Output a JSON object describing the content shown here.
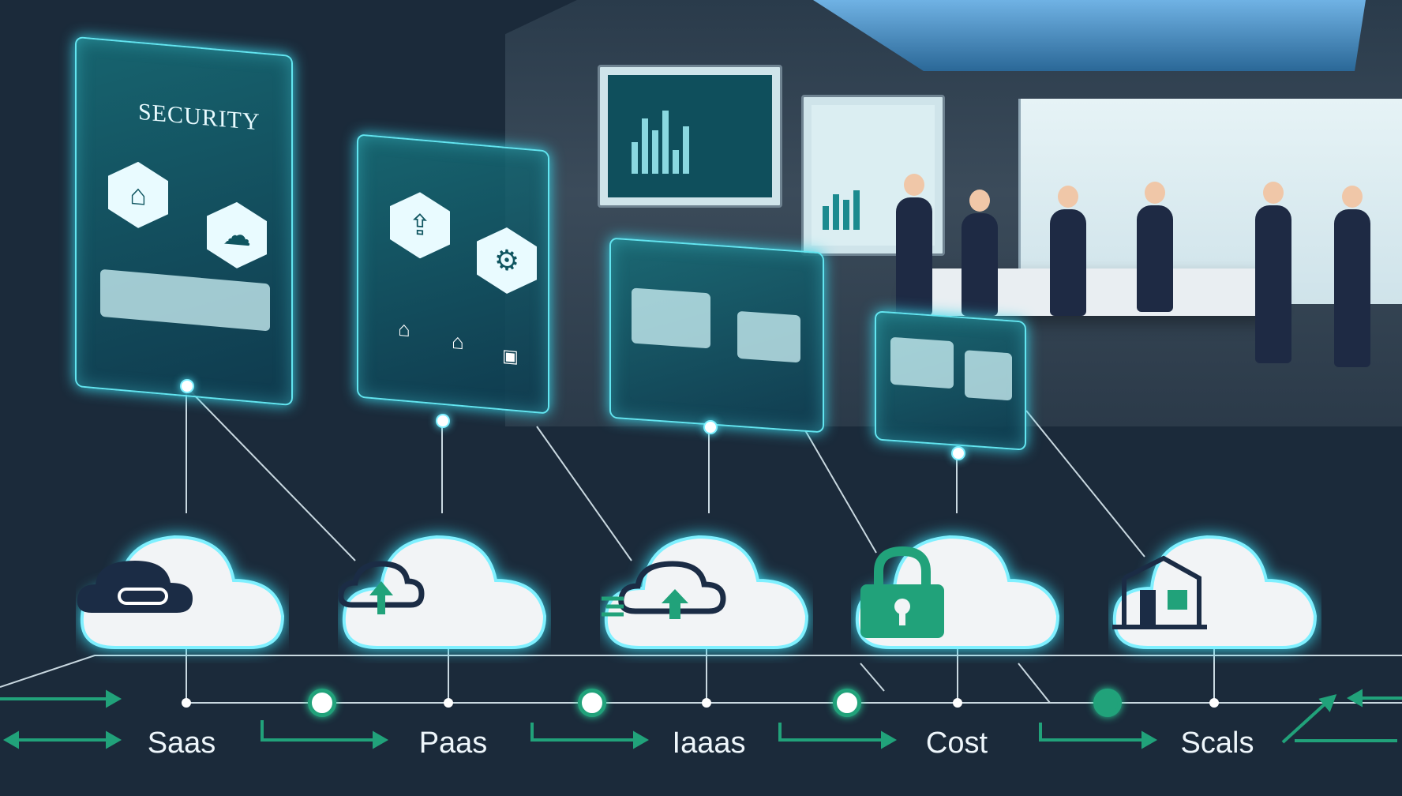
{
  "panels": {
    "security_title": "SECURITY"
  },
  "labels": [
    "Saas",
    "Paas",
    "Iaaas",
    "Cost",
    "Scals"
  ],
  "colors": {
    "background": "#1b2a3a",
    "panel_glow": "#62e5f0",
    "accent_green": "#21a27a",
    "cloud_fill": "#f2f4f6",
    "icon_navy": "#1b2c45"
  },
  "icons": [
    "cloud-link-icon",
    "cloud-upload-icon",
    "cloud-transfer-icon",
    "padlock-icon",
    "building-icon"
  ]
}
